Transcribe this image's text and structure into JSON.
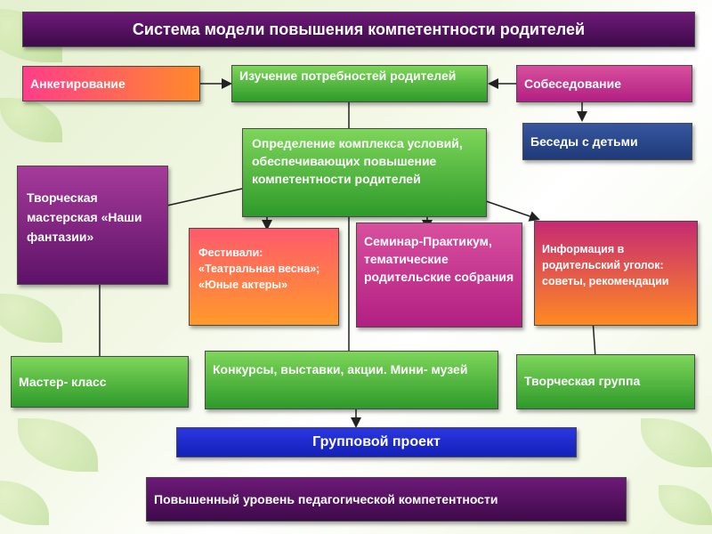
{
  "title": "Система модели повышения компетентности родителей",
  "nodes": {
    "survey": "Анкетирование",
    "needs": "Изучение потребностей родителей",
    "interview": "Собеседование",
    "conditions": "Определение комплекса условий, обеспечивающих повышение компетентности родителей",
    "talks": "Беседы с детьми",
    "workshop": "Творческая мастерская «Наши фантазии»",
    "festivals": "Фестивали: «Театральная весна»; «Юные актеры»",
    "seminar": "Семинар-Практикум, тематические родительские собрания",
    "info": "Информация в родительский уголок: советы, рекомендации",
    "masterclass": "Мастер- класс",
    "contests": "Конкурсы, выставки, акции. Мини- музей",
    "creative_group": "Творческая группа",
    "group_project": "Групповой проект",
    "result": "Повышенный уровень педагогической компетентности"
  }
}
